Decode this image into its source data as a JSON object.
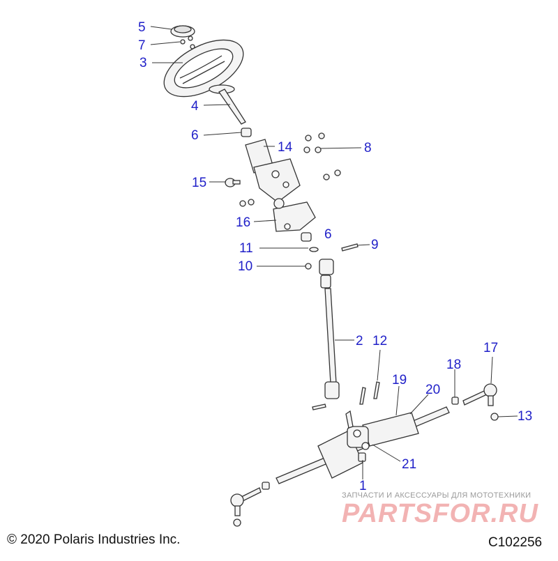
{
  "callouts": [
    {
      "id": "c5",
      "label": "5"
    },
    {
      "id": "c7",
      "label": "7"
    },
    {
      "id": "c3",
      "label": "3"
    },
    {
      "id": "c4",
      "label": "4"
    },
    {
      "id": "c6a",
      "label": "6"
    },
    {
      "id": "c14",
      "label": "14"
    },
    {
      "id": "c8",
      "label": "8"
    },
    {
      "id": "c15",
      "label": "15"
    },
    {
      "id": "c16",
      "label": "16"
    },
    {
      "id": "c6b",
      "label": "6"
    },
    {
      "id": "c11",
      "label": "11"
    },
    {
      "id": "c9",
      "label": "9"
    },
    {
      "id": "c10",
      "label": "10"
    },
    {
      "id": "c2",
      "label": "2"
    },
    {
      "id": "c12",
      "label": "12"
    },
    {
      "id": "c17",
      "label": "17"
    },
    {
      "id": "c18",
      "label": "18"
    },
    {
      "id": "c19",
      "label": "19"
    },
    {
      "id": "c20",
      "label": "20"
    },
    {
      "id": "c13",
      "label": "13"
    },
    {
      "id": "c21",
      "label": "21"
    },
    {
      "id": "c1",
      "label": "1"
    }
  ],
  "footer": {
    "copyright": "© 2020 Polaris Industries Inc.",
    "diagram_id": "C102256"
  },
  "watermark": {
    "caption": "ЗАПЧАСТИ И АКСЕССУАРЫ ДЛЯ МОТОТЕХНИКИ",
    "logo": "PARTSFOR.RU"
  },
  "colors": {
    "callout": "#1f1fc8",
    "line": "#333333",
    "watermark": "#f2b3b3"
  }
}
